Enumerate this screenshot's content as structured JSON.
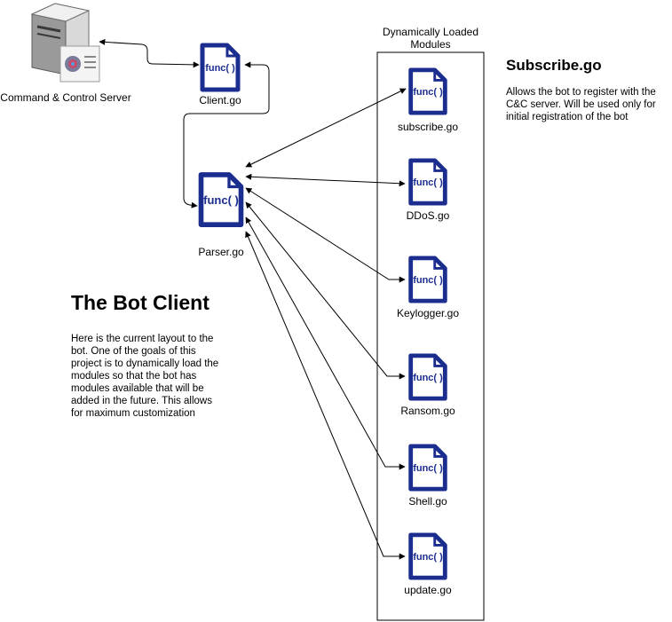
{
  "server": {
    "label": "Command & Control Server",
    "icon": "server-icon"
  },
  "client": {
    "label": "Client.go",
    "icon_text": "func( )"
  },
  "parser": {
    "label": "Parser.go",
    "icon_text": "func( )"
  },
  "modules_container": {
    "title_line1": "Dynamically Loaded",
    "title_line2": "Modules"
  },
  "modules": [
    {
      "label": "subscribe.go",
      "icon_text": "func( )"
    },
    {
      "label": "DDoS.go",
      "icon_text": "func( )"
    },
    {
      "label": "Keylogger.go",
      "icon_text": "func( )"
    },
    {
      "label": "Ransom.go",
      "icon_text": "func( )"
    },
    {
      "label": "Shell.go",
      "icon_text": "func( )"
    },
    {
      "label": "update.go",
      "icon_text": "func( )"
    }
  ],
  "subscribe_info": {
    "title": "Subscribe.go",
    "line1": "Allows the bot to register with the",
    "line2": "C&C server. Will be used only for",
    "line3": "initial registration of the bot"
  },
  "bot_client": {
    "title": "The Bot Client",
    "line1": "Here is the current layout to the",
    "line2": "bot. One of the goals of this",
    "line3": "project is to dynamically load the",
    "line4": "modules so that the bot has",
    "line5": "modules available that will be",
    "line6": "added in the future. This allows",
    "line7": "for maximum customization"
  },
  "colors": {
    "file_icon": "#1b2d8e",
    "line": "#000000",
    "server_body": "#8a8a8a"
  }
}
